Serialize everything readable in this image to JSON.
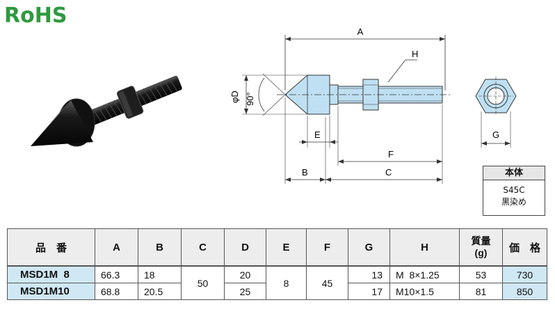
{
  "logo": {
    "text": "RoHS",
    "color": "#2e9a3e"
  },
  "drawing": {
    "dim_A": "A",
    "dim_H": "H",
    "dim_D": "φD",
    "dim_angle": "90°",
    "dim_E": "E",
    "dim_F": "F",
    "dim_B": "B",
    "dim_C": "C",
    "dim_G": "G",
    "body_color": "#bfe0f2"
  },
  "material": {
    "header": "本体",
    "line1": "S45C",
    "line2": "黒染め"
  },
  "table": {
    "headers": {
      "model": "品　番",
      "A": "A",
      "B": "B",
      "C": "C",
      "D": "D",
      "E": "E",
      "F": "F",
      "G": "G",
      "H": "H",
      "weight_1": "質量",
      "weight_2": "(g)",
      "price": "価　格"
    },
    "rows": [
      {
        "model": "MSD1M  8",
        "A": "66.3",
        "B": "18",
        "D": "20",
        "G": "13",
        "H": "M  8×1.25",
        "weight": "53",
        "price": "730"
      },
      {
        "model": "MSD1M10",
        "A": "68.8",
        "B": "20.5",
        "D": "25",
        "G": "17",
        "H": "M10×1.5",
        "weight": "81",
        "price": "850"
      }
    ],
    "shared": {
      "C": "50",
      "E": "8",
      "F": "45"
    }
  }
}
